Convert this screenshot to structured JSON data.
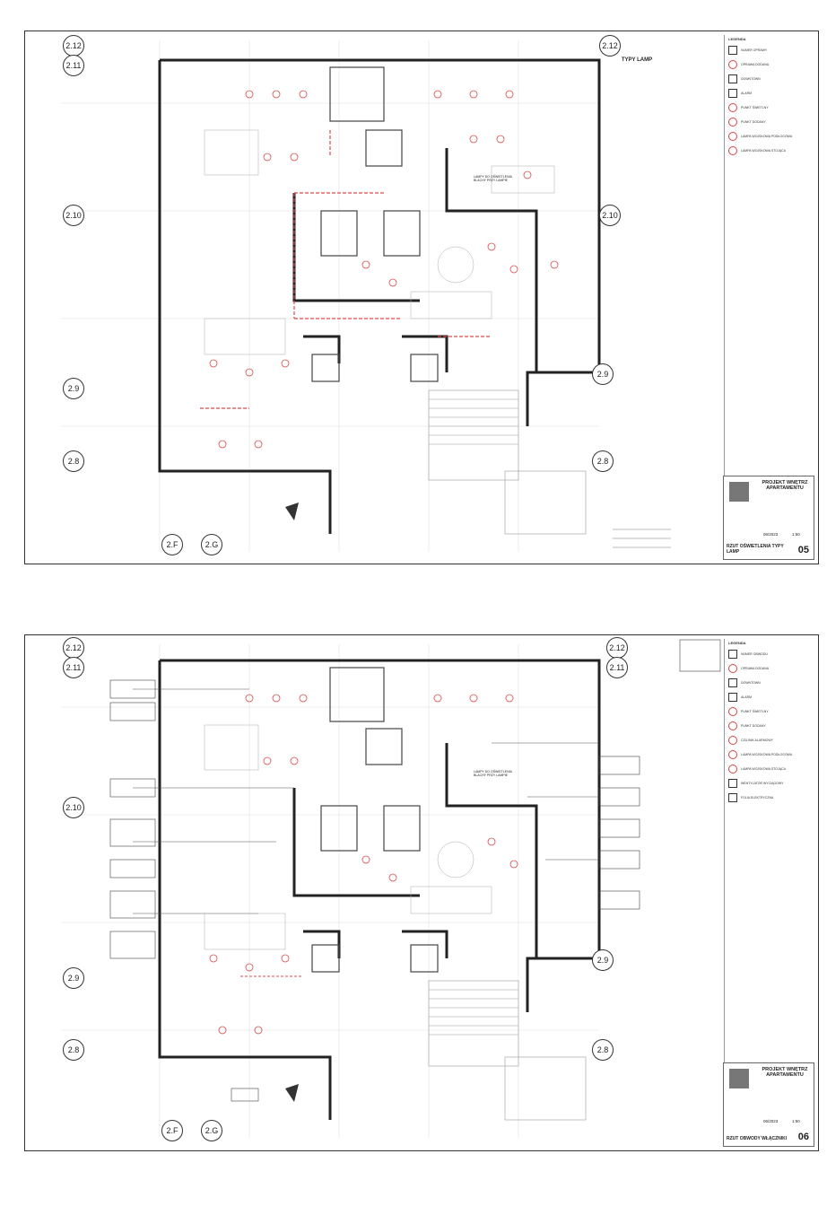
{
  "sheets": [
    {
      "grid_labels": [
        "2.12",
        "2.11",
        "2.10",
        "2.9",
        "2.8",
        "2.F",
        "2.G"
      ],
      "lamp_types_title": "TYPY LAMP",
      "legend_title": "LEGENDA",
      "legend_items": [
        "NUMER OPRAWY",
        "OPRAWA DODANA",
        "DOWNTOWN",
        "ALARM",
        "PUNKT ŚWIETLNY",
        "PUNKT DODANY",
        "LAMPA WOJSKOWA PODŁOGOWA",
        "LAMPA WOJSKOWA STOJĄCA"
      ],
      "project_title": "PROJEKT WNĘTRZ APARTAMENTU",
      "date": "06/2023",
      "scale": "1:50",
      "sheet_name": "RZUT OŚWIETLENIA TYPY LAMP",
      "sheet_number": "05",
      "note_kitchen": "LAMPY DO OŚWIETLENIA BLACHY PRZY LAMPIE"
    },
    {
      "grid_labels": [
        "2.12",
        "2.11",
        "2.10",
        "2.9",
        "2.8",
        "2.F",
        "2.G"
      ],
      "legend_title": "LEGENDA",
      "legend_items": [
        "NUMER OBWODU",
        "OPRAWA DODANA",
        "DOWNTOWN",
        "ALARM",
        "PUNKT ŚWIETLNY",
        "PUNKT DODANY",
        "CZUJNIK ALARMOWY",
        "LAMPA WOJSKOWA PODŁOGOWA",
        "LAMPA WOJSKOWA STOJĄCA",
        "WENTYLATOR WYCIĄGOWY",
        "FOLIA ELEKTRYCZNA"
      ],
      "project_title": "PROJEKT WNĘTRZ APARTAMENTU",
      "date": "06/2023",
      "scale": "1:50",
      "sheet_name": "RZUT OBWODY WŁĄCZNIKI",
      "sheet_number": "06",
      "note_kitchen": "LAMPY DO OŚWIETLENIA BLACHY PRZY LAMPIE"
    }
  ],
  "colors": {
    "wall": "#222222",
    "light_symbol": "#d94a4a",
    "grid_line": "#bbbbbb"
  },
  "icons": [
    "grid-bubble-icon",
    "lamp-symbol-icon"
  ]
}
